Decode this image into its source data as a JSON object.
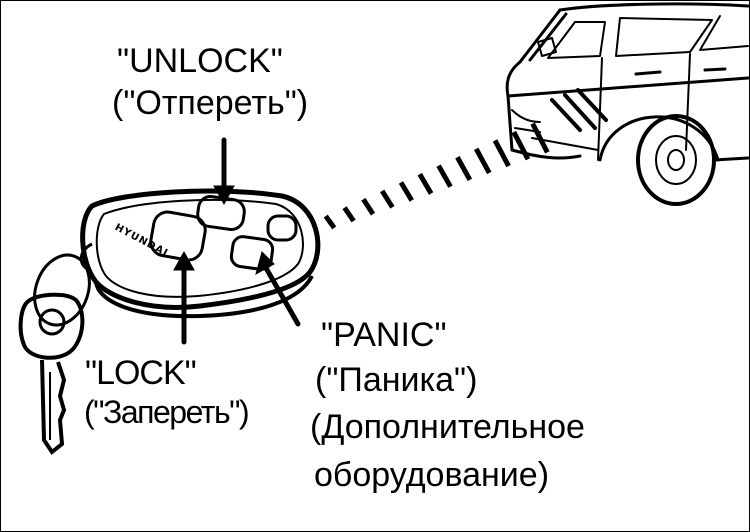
{
  "labels": {
    "unlock_en": "\"UNLOCK\"",
    "unlock_ru": "(\"Отпереть\")",
    "lock_en": "\"LOCK\"",
    "lock_ru": "(\"Запереть\")",
    "panic_en": "\"PANIC\"",
    "panic_ru": "(\"Паника\")",
    "panic_note_line1": "(Дополнительное",
    "panic_note_line2": "оборудование)"
  },
  "remote": {
    "brand": "HYUNDAI"
  },
  "colors": {
    "ink": "#000000",
    "paper": "#ffffff"
  }
}
